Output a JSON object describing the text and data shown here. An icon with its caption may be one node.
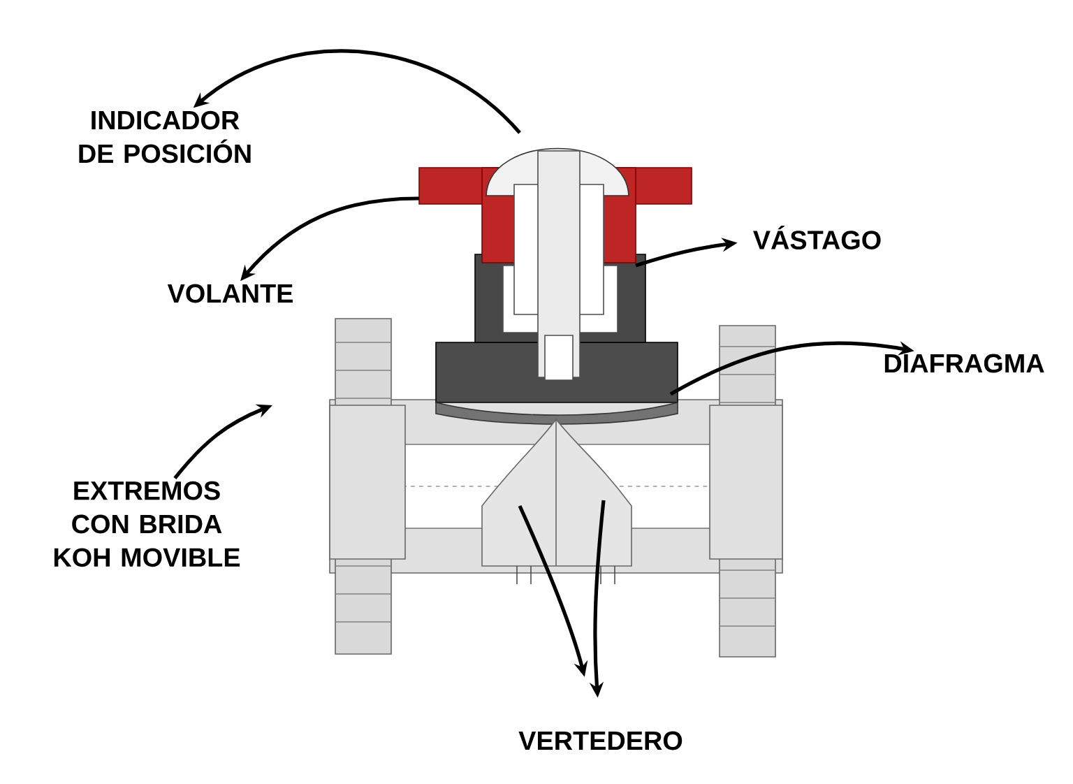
{
  "diagram": {
    "nodes": [
      {
        "text": [
          "INDICADOR DE POSICIÓN"
        ]
      },
      {
        "text": [
          "VOLANTE"
        ]
      },
      {
        "text": [
          "VÁSTAGO"
        ]
      },
      {
        "text": [
          "DIAFRAGMA"
        ]
      },
      {
        "text": [
          "EXTREMOS CON BRIDA KOH MOVIBLE"
        ]
      },
      {
        "text": [
          "VERTEDERO"
        ]
      }
    ],
    "edges": [
      {
        "from": null,
        "to": 0,
        "arrow": "to"
      },
      {
        "from": null,
        "to": 1,
        "arrow": "to"
      },
      {
        "from": null,
        "to": 2,
        "arrow": "to"
      },
      {
        "from": null,
        "to": 3,
        "arrow": "to"
      },
      {
        "from": 4,
        "to": null,
        "arrow": "to"
      },
      {
        "from": null,
        "to": 5,
        "arrow": "to"
      },
      {
        "from": null,
        "to": 5,
        "arrow": "to"
      }
    ]
  }
}
